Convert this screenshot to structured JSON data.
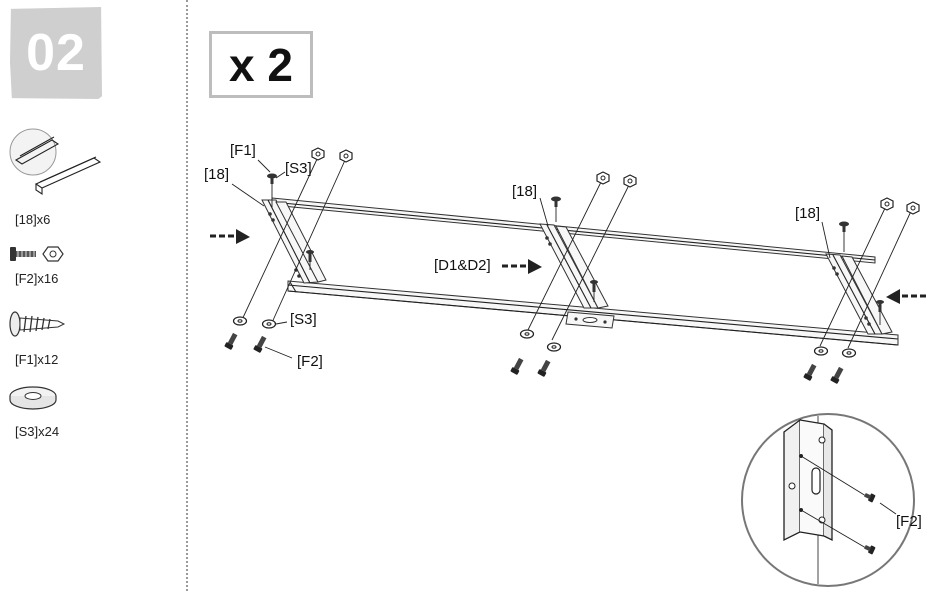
{
  "step": {
    "number": "02"
  },
  "quantity": {
    "label": "x 2"
  },
  "parts": [
    {
      "id": "18",
      "label": "[18]x6",
      "icon": "rail-bracket-icon"
    },
    {
      "id": "F2",
      "label": "[F2]x16",
      "icon": "bolt-nut-icon"
    },
    {
      "id": "F1",
      "label": "[F1]x12",
      "icon": "screw-icon"
    },
    {
      "id": "S3",
      "label": "[S3]x24",
      "icon": "washer-icon"
    }
  ],
  "callouts": {
    "f1": "[F1]",
    "s3_top": "[S3]",
    "rail_left": "[18]",
    "rail_mid": "[18]",
    "rail_right": "[18]",
    "d1d2": "[D1&D2]",
    "s3_bottom": "[S3]",
    "f2_bottom": "[F2]",
    "f2_detail": "[F2]"
  }
}
